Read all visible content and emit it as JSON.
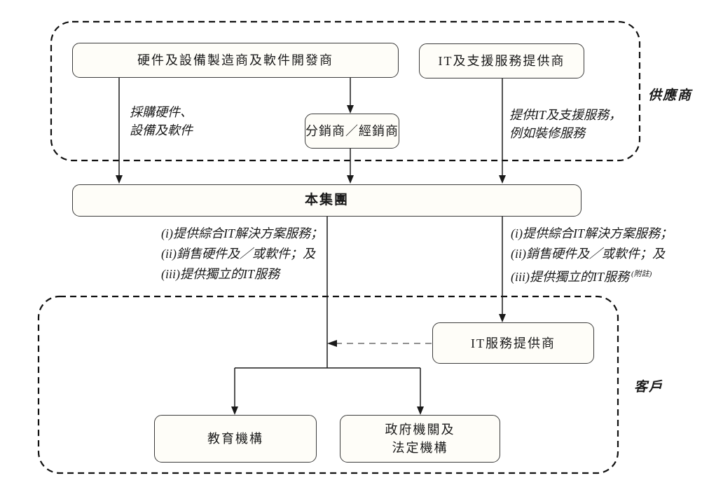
{
  "suppliers": {
    "region_label": "供應商",
    "hardware_box": "硬件及設備製造商及軟件開發商",
    "it_support_box": "IT及支援服務提供商",
    "distributor_box": "分銷商／經銷商",
    "procure_note": [
      "採購硬件、",
      "設備及軟件"
    ],
    "provide_note": [
      "提供IT及支援服務，",
      "例如裝修服務"
    ]
  },
  "group": {
    "box": "本集團",
    "services_left": [
      "(i)提供綜合IT解決方案服務；",
      "(ii)銷售硬件及／或軟件；及",
      "(iii)提供獨立的IT服務"
    ],
    "services_right": [
      "(i)提供綜合IT解決方案服務；",
      "(ii)銷售硬件及／或軟件；及",
      "(iii)提供獨立的IT服務"
    ],
    "services_right_note": "(附註)"
  },
  "customers": {
    "region_label": "客戶",
    "it_service_box": "IT服務提供商",
    "education_box": "教育機構",
    "government_box": [
      "政府機關及",
      "法定機構"
    ]
  },
  "colors": {
    "line": "#1a1a1a",
    "dashed_connector": "#808080",
    "box_fill": "#fefdf8",
    "box_border": "#3c3c3c"
  }
}
